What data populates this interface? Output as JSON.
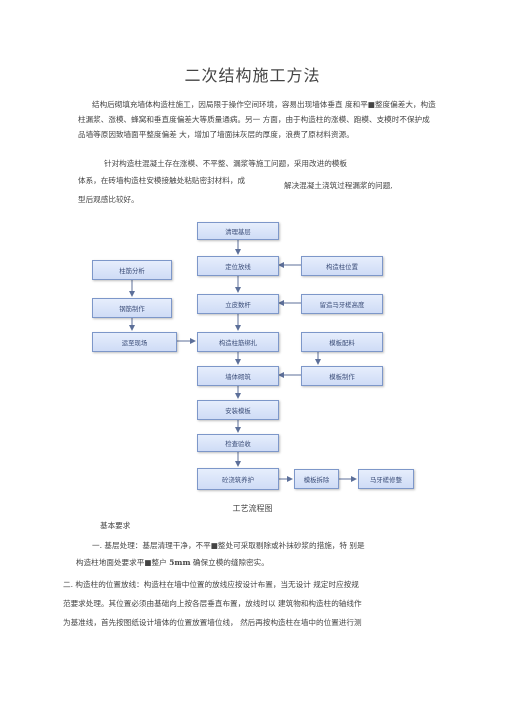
{
  "title": "二次结构施工方法",
  "paragraph1": "结构后砌填充墙体构造柱施工，因局限于操作空间环境，容易出现墙体垂直  度和平■整度偏差大，构造柱漏浆、涨模、蜂窝和垂直度偏差大等质量通病。另一  方面，由于构造柱的涨模、跑模、支模时不保护成品墙等原因致墙面平整度偏差  大，增加了墙面抹灰层的厚度，浪费了原材料资源。",
  "paragraph2": {
    "line1": "针对构造柱混凝土存在涨模、不平整、漏浆等施工问题，采用改进的模板",
    "line2a": "体系，在砖墙构造柱安模接触处粘贴密封材料，成",
    "line2b": "解决混凝土浇筑过程漏浆的问题,",
    "line3": "型后观感比较好。"
  },
  "flowchart": {
    "nodes": {
      "clean": "清理基层",
      "locate": "定位放线",
      "column_position": "构造柱位置",
      "rebar_analysis": "柱筋分析",
      "rebar_make": "钢筋制作",
      "transport": "运至现场",
      "vertical_rebar": "立皮数杆",
      "toothed_height": "留造马牙槎高度",
      "column_bind": "构造柱筋绑扎",
      "formwork_config": "模板配料",
      "wall_build": "墙体砌筑",
      "formwork_make": "模板制作",
      "install_formwork": "安装模板",
      "inspect": "检查验收",
      "pour_cure": "砼浇筑养护",
      "remove_formwork": "模板拆除",
      "toothed_repair": "马牙槎修整"
    },
    "caption": "工艺流程图"
  },
  "section_heading": "基本要求",
  "item1": {
    "line1": "一.    基层处理：基层清理干净，不平■整处可采取剔除或补抹砂浆的措施，特  别是",
    "line2a": "构造柱地面处要求平■整户",
    "line2b": "5mm",
    "line2c": "确保立模的缝隙密实。"
  },
  "item2": {
    "line1": "二.    构造柱的位置放线：构造柱在墙中位置的放线应按设计布置，当无设计  规定时应按规",
    "line2": "范要求处理。其位置必须由基础向上按各层垂直布置，放线时以  建筑物和构造柱的轴线作",
    "line3": "为基准线，首先按图纸设计墙体的位置放置墙位线，  然后再按构造柱在墙中的位置进行测"
  },
  "colors": {
    "box_border": "#7d97c9",
    "box_text": "#3b4d78",
    "arrow": "#5c6f99"
  }
}
